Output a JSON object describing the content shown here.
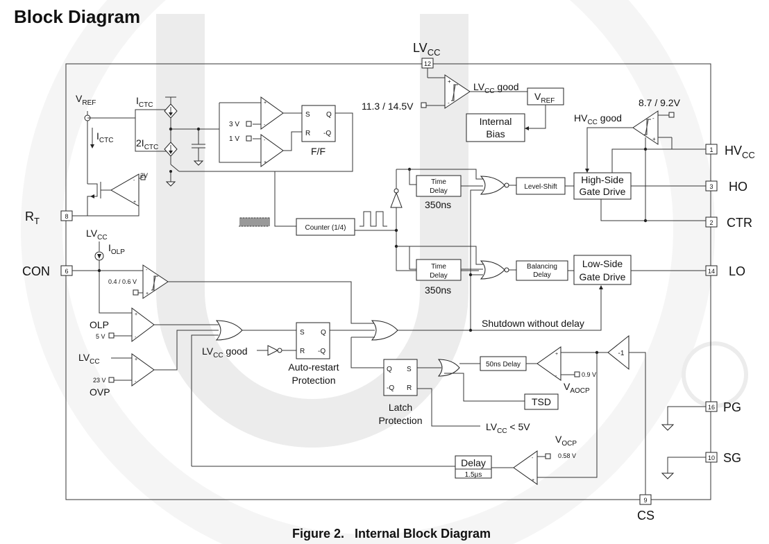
{
  "page": {
    "title": "Block Diagram",
    "caption": "Figure 2.   Internal Block Diagram"
  },
  "pins": {
    "lvcc": {
      "main": "LV",
      "sub": "CC",
      "num": "12"
    },
    "hvcc": {
      "main": "HV",
      "sub": "CC",
      "num": "1"
    },
    "ho": {
      "label": "HO",
      "num": "3"
    },
    "ctr": {
      "label": "CTR",
      "num": "2"
    },
    "lo": {
      "label": "LO",
      "num": "14"
    },
    "pg": {
      "label": "PG",
      "num": "16"
    },
    "sg": {
      "label": "SG",
      "num": "10"
    },
    "cs": {
      "label": "CS",
      "num": "9"
    },
    "rt": {
      "main": "R",
      "sub": "T",
      "num": "8"
    },
    "con": {
      "label": "CON",
      "num": "6"
    }
  },
  "labels": {
    "lvcc_uvlo": "11.3 / 14.5V",
    "lvcc_good_main": "LV",
    "lvcc_good_sub": "CC",
    "lvcc_good_tail": " good",
    "vref_main": "V",
    "vref_sub": "REF",
    "internal_bias_1": "Internal",
    "internal_bias_2": "Bias",
    "hvcc_uvlo": "8.7 / 9.2V",
    "hvcc_good_main": "HV",
    "hvcc_good_sub": "CC",
    "hvcc_good_tail": " good",
    "ictc_main": "I",
    "ictc_sub": "CTC",
    "two_ictc_main": "2I",
    "two_ictc_sub": "CTC",
    "v3": "3 V",
    "v1": "1 V",
    "v2": "2V",
    "ff_s": "S",
    "ff_q": "Q",
    "ff_r": "R",
    "ff_nq": "-Q",
    "ff_label": "F/F",
    "counter": "Counter (1/4)",
    "time_delay_1": "Time",
    "time_delay_2": "Delay",
    "delay_350": "350ns",
    "level_shift": "Level-Shift",
    "balancing_1": "Balancing",
    "balancing_2": "Delay",
    "high_side_1": "High-Side",
    "high_side_2": "Gate Drive",
    "low_side_1": "Low-Side",
    "low_side_2": "Gate Drive",
    "iolp_main": "I",
    "iolp_sub": "OLP",
    "con_thr": "0.4 / 0.6 V",
    "olp": "OLP",
    "v5": "5 V",
    "v23": "23 V",
    "ovp": "OVP",
    "auto_restart_1": "Auto-restart",
    "auto_restart_2": "Protection",
    "shutdown": "Shutdown without delay",
    "latch_1": "Latch",
    "latch_2": "Protection",
    "lvcc_lt_tail": " < 5V",
    "delay_50ns": "50ns Delay",
    "tsd": "TSD",
    "v09": "0.9 V",
    "vaocp_main": "V",
    "vaocp_sub": "AOCP",
    "vocp_main": "V",
    "vocp_sub": "OCP",
    "v058": "0.58 V",
    "delay": "Delay",
    "delay_15": "1.5µs",
    "inv_gain": "-1"
  }
}
